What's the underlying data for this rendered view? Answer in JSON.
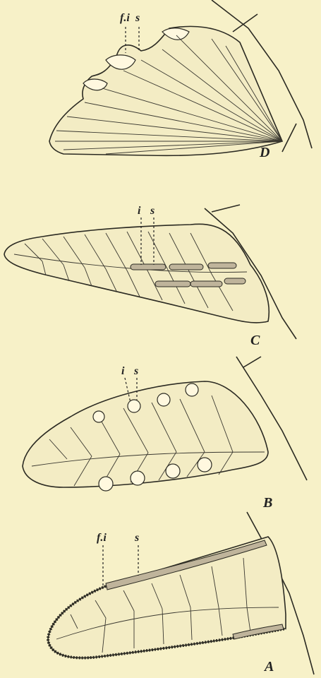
{
  "labels": {
    "fi": "f.i",
    "s": "s",
    "i": "i",
    "D": "D",
    "C": "C",
    "B": "B",
    "A": "A"
  }
}
